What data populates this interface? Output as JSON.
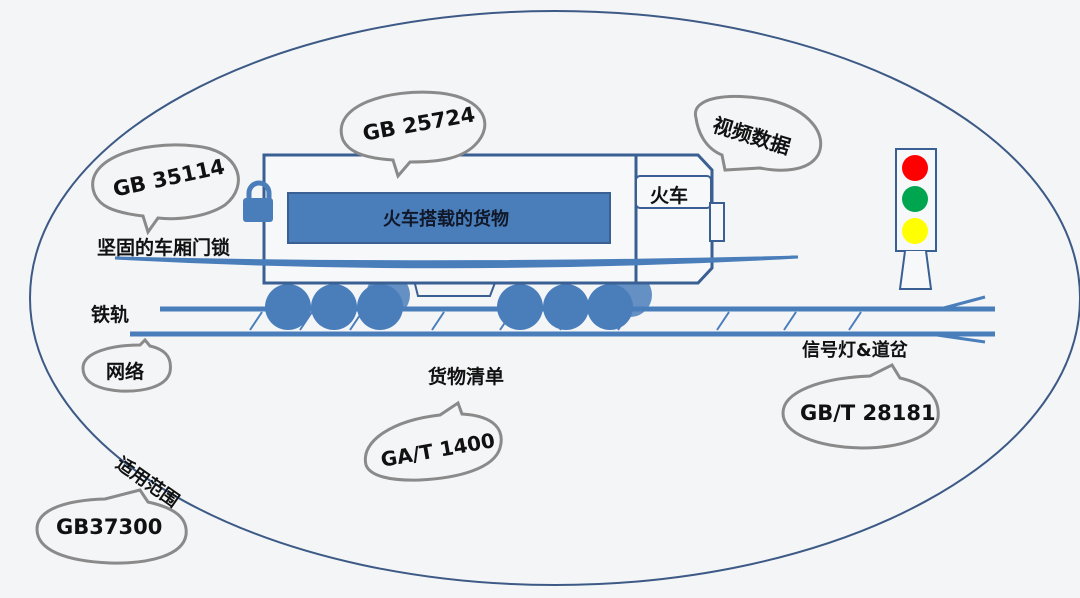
{
  "diagram": {
    "scope_label": "适用范围",
    "colors": {
      "ellipse_stroke": "#3d5a86",
      "train_blue": "#4a7ebb",
      "train_outline": "#3a5f93",
      "bubble_stroke": "#8a8a8a",
      "background": "#f4f5f7",
      "signal_red": "#ff0000",
      "signal_green": "#00a550",
      "signal_yellow": "#ffff00"
    },
    "train": {
      "cargo_label": "火车搭载的货物",
      "locomotive_label": "火车"
    },
    "labels": {
      "door_lock": "坚固的车厢门锁",
      "rail": "铁轨",
      "cargo_manifest": "货物清单",
      "signal_switch": "信号灯&道岔"
    },
    "bubbles": {
      "gb35114": "GB 35114",
      "gb25724": "GB 25724",
      "video_data": "视频数据",
      "network": "网络",
      "gat1400": "GA/T 1400",
      "gbt28181": "GB/T 28181",
      "gb37300": "GB37300"
    }
  }
}
